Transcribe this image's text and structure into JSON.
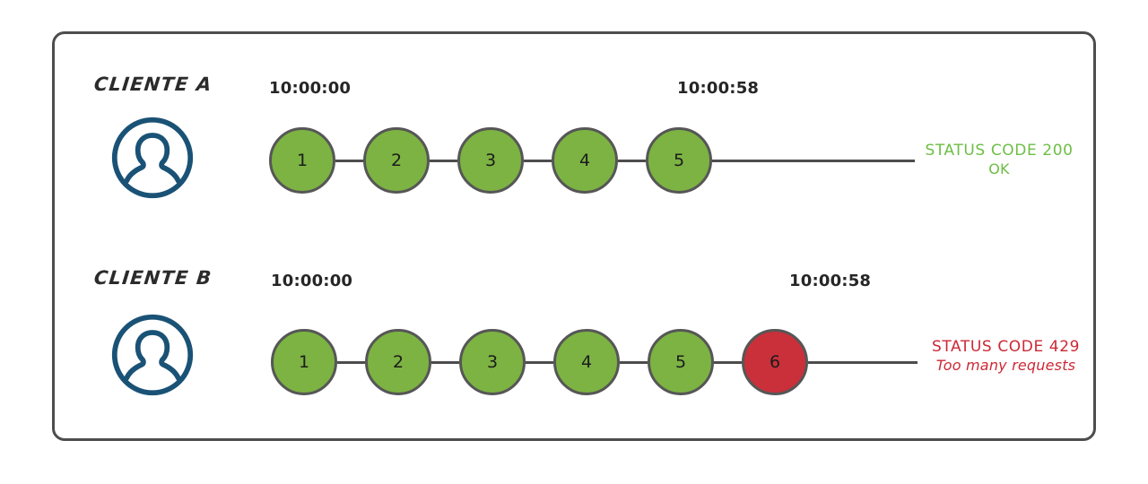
{
  "diagram": {
    "title_visible": false,
    "colors": {
      "frame_border": "#4d4d4d",
      "node_ok_fill": "#7CB342",
      "node_fail_fill": "#C9303A",
      "node_border": "#565656",
      "avatar_stroke": "#1A5276",
      "status_ok_text": "#6DBE45",
      "status_fail_text": "#CC2936",
      "background": "#ffffff"
    },
    "rows": [
      {
        "id": "cliente-a",
        "label": "CLIENTE A",
        "avatar_icon": "person-icon",
        "start_time": "10:00:00",
        "end_time": "10:00:58",
        "nodes": [
          {
            "n": "1",
            "state": "ok"
          },
          {
            "n": "2",
            "state": "ok"
          },
          {
            "n": "3",
            "state": "ok"
          },
          {
            "n": "4",
            "state": "ok"
          },
          {
            "n": "5",
            "state": "ok"
          }
        ],
        "status": {
          "code": "STATUS CODE 200",
          "sub": "OK",
          "state": "ok"
        }
      },
      {
        "id": "cliente-b",
        "label": "CLIENTE B",
        "avatar_icon": "person-icon",
        "start_time": "10:00:00",
        "end_time": "10:00:58",
        "nodes": [
          {
            "n": "1",
            "state": "ok"
          },
          {
            "n": "2",
            "state": "ok"
          },
          {
            "n": "3",
            "state": "ok"
          },
          {
            "n": "4",
            "state": "ok"
          },
          {
            "n": "5",
            "state": "ok"
          },
          {
            "n": "6",
            "state": "fail"
          }
        ],
        "status": {
          "code": "STATUS CODE 429",
          "sub": "Too many requests",
          "state": "fail"
        }
      }
    ]
  }
}
